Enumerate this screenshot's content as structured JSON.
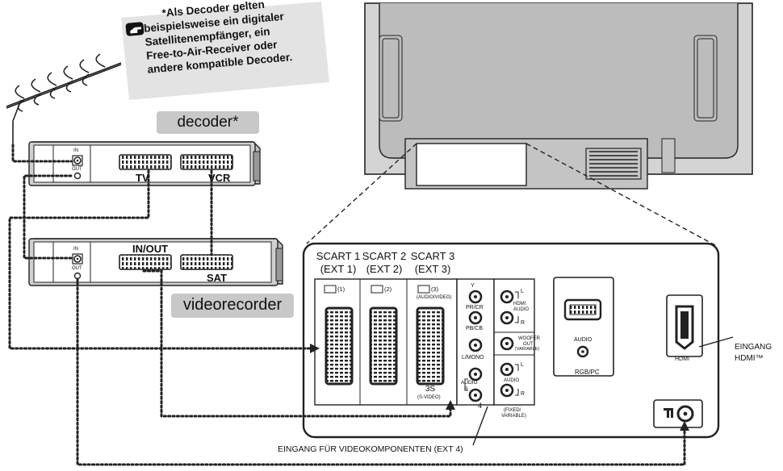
{
  "note": {
    "line1": "*Als Decoder gelten",
    "line2": "beispielsweise ein digitaler",
    "line3": "Satellitenempfänger, ein",
    "line4": "Free-to-Air-Receiver oder",
    "line5": "andere kompatible Decoder."
  },
  "decoder": {
    "name": "decoder*",
    "in": "IN",
    "out": "OUT",
    "tv": "TV",
    "vcr": "VCR"
  },
  "videorecorder": {
    "name": "videorecorder",
    "in": "IN",
    "out": "OUT",
    "inout": "IN/OUT",
    "sat": "SAT"
  },
  "panel": {
    "scart1": "SCART 1",
    "scart1_ext": "(EXT 1)",
    "scart2": "SCART 2",
    "scart2_ext": "(EXT 2)",
    "scart3": "SCART 3",
    "scart3_ext": "(EXT 3)",
    "in1": "(1)",
    "in2": "(2)",
    "in3": "(3)",
    "audio_video": "(AUDIO/VIDEO)",
    "s3": "3S",
    "svideo": "(S-VIDEO)",
    "y": "Y",
    "pbcb": "PB/CB",
    "prcr": "PR/CR",
    "lmono": "L/MONO",
    "audio": "AUDIO",
    "r": "R",
    "in4": "4",
    "l": "L",
    "hdmi_audio1": "HDMI",
    "hdmi_audio2": "AUDIO",
    "woofer1": "WOOFER",
    "woofer2": "OUT",
    "woofer3": "(VARIABLE)",
    "fixed1": "(FIXED/",
    "fixed2": "VARIABLE)",
    "audio_rgb": "AUDIO",
    "rgbpc": "RGB/PC",
    "hdmi": "HDMI"
  },
  "labels": {
    "eingang_hdmi_1": "EINGANG",
    "eingang_hdmi_2": "HDMI™",
    "eingang_video": "EINGANG FÜR VIDEOKOMPONENTEN (EXT 4)"
  }
}
